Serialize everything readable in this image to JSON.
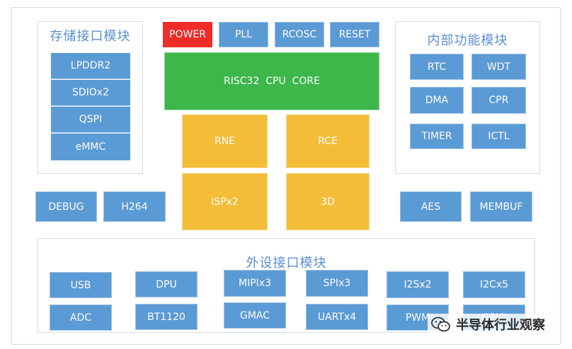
{
  "colors": {
    "blue": "#5b9bd5",
    "yellow": "#f3bd38",
    "green": "#3db64a",
    "red": "#ee2d2a",
    "group_title": "#5b8fd0"
  },
  "storage_group": {
    "title": "存储接口模块",
    "blocks": [
      "LPDDR2",
      "SDIOx2",
      "QSPI",
      "eMMC"
    ]
  },
  "internal_group": {
    "title": "内部功能模块",
    "blocks": [
      "RTC",
      "WDT",
      "DMA",
      "CPR",
      "TIMER",
      "ICTL"
    ]
  },
  "peripheral_group": {
    "title": "外设接口模块",
    "blocks": [
      "USB",
      "DPU",
      "MIPIx3",
      "SPIx3",
      "I2Sx2",
      "I2Cx5",
      "ADC",
      "BT1120",
      "GMAC",
      "UARTx4",
      "PWM",
      "GPIO"
    ]
  },
  "top_row": [
    "POWER",
    "PLL",
    "RCOSC",
    "RESET"
  ],
  "cpu_core": "RISC32  CPU  CORE",
  "accelerators": [
    "RNE",
    "RCE",
    "ISPx2",
    "3D"
  ],
  "side_left": [
    "DEBUG",
    "H264"
  ],
  "side_right": [
    "AES",
    "MEMBUF"
  ],
  "watermark": {
    "text": "半导体行业观察",
    "icon": "wechat-icon"
  }
}
